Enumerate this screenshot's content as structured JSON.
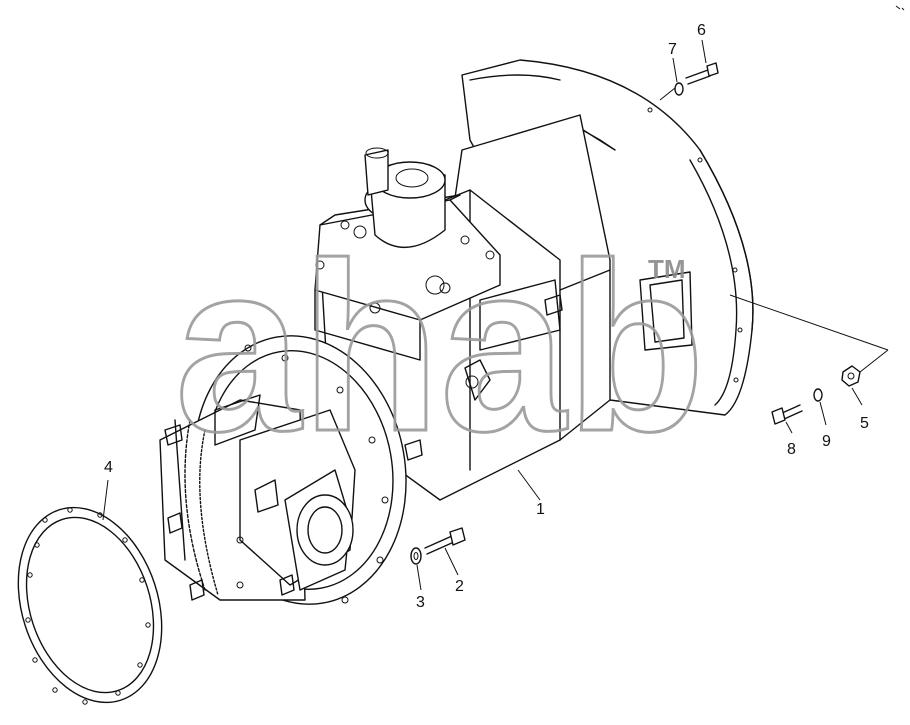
{
  "diagram": {
    "watermark": "ahab",
    "watermark_mark": "TM",
    "callouts": [
      {
        "id": "1",
        "label": "1"
      },
      {
        "id": "2",
        "label": "2"
      },
      {
        "id": "3",
        "label": "3"
      },
      {
        "id": "4",
        "label": "4"
      },
      {
        "id": "5",
        "label": "5"
      },
      {
        "id": "6",
        "label": "6"
      },
      {
        "id": "7",
        "label": "7"
      },
      {
        "id": "8",
        "label": "8"
      },
      {
        "id": "9",
        "label": "9"
      }
    ],
    "colors": {
      "line": "#111111",
      "watermark_stroke": "#9a9a9a",
      "background": "#ffffff"
    }
  }
}
